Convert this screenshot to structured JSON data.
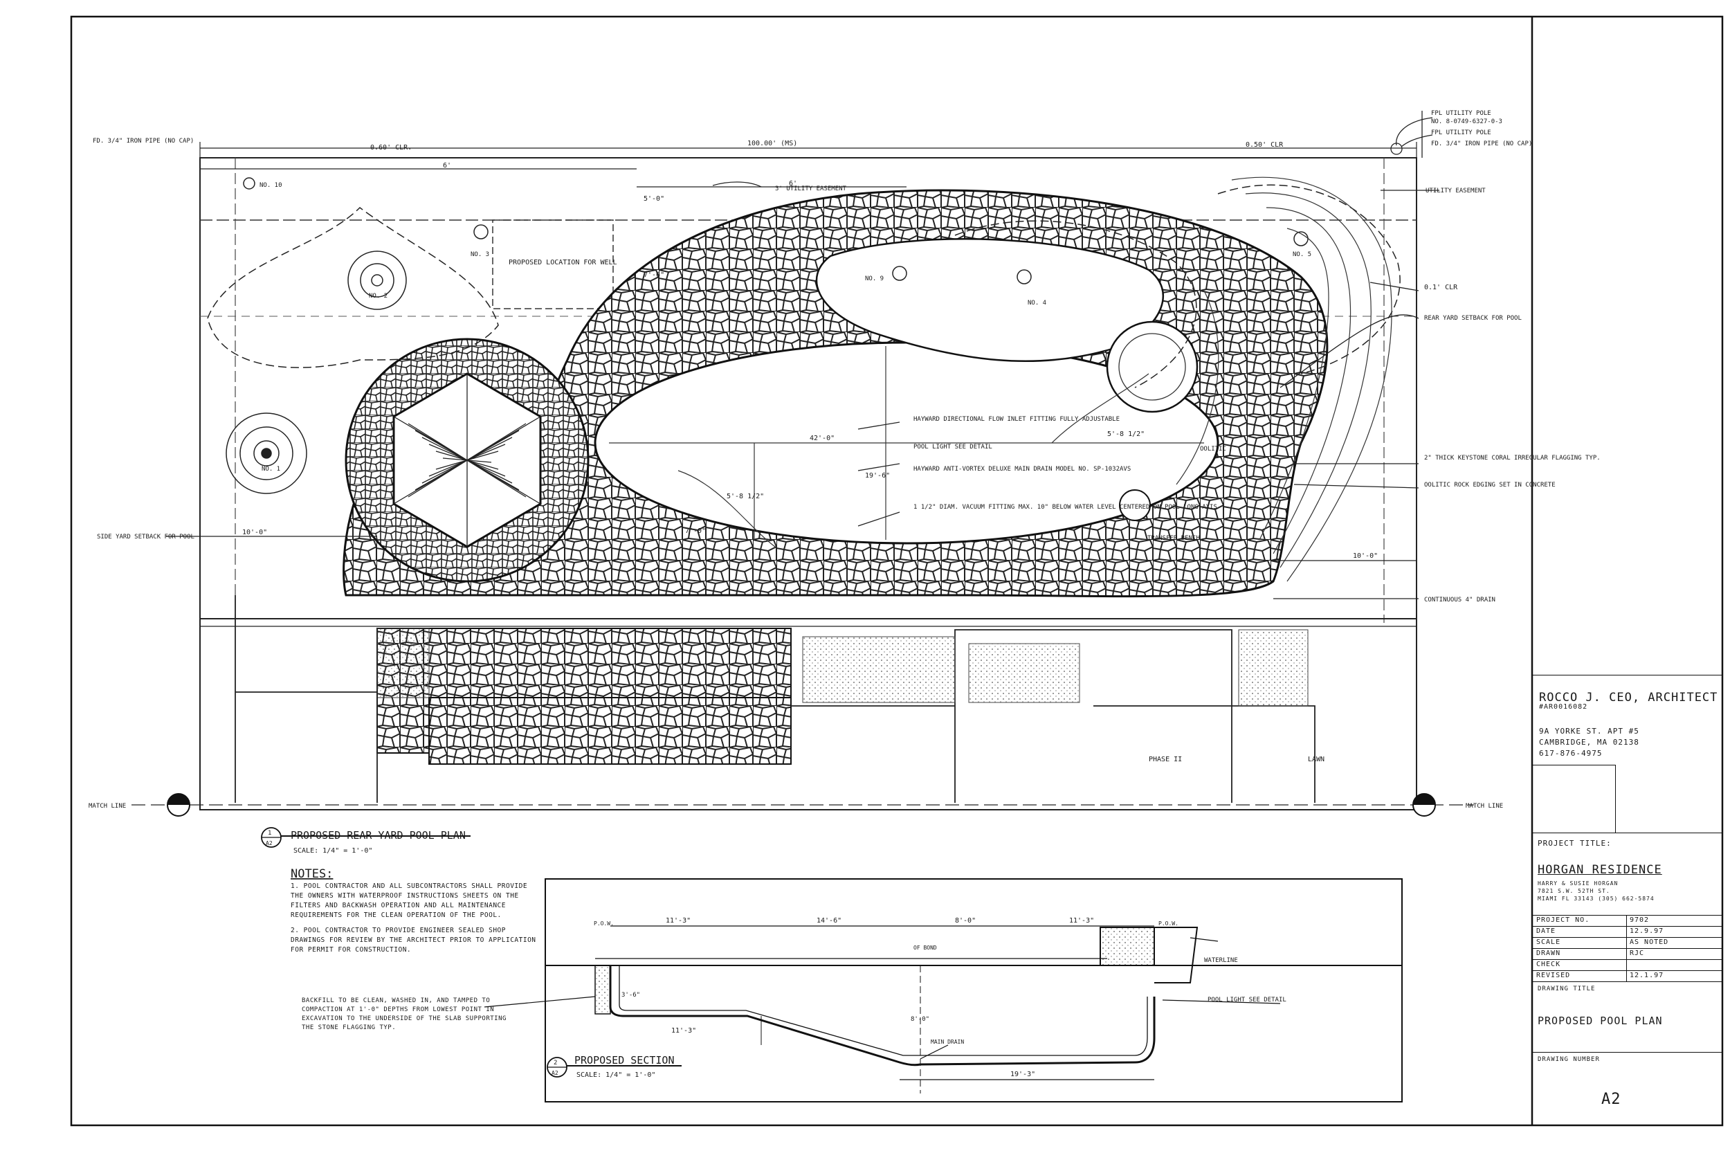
{
  "plan": {
    "title": "PROPOSED REAR YARD POOL PLAN",
    "scale": "SCALE: 1/4\" = 1'-0\"",
    "ref_num": "1",
    "ref_sheet": "A2",
    "match_line": "MATCH LINE",
    "dims": {
      "top_width": "100.00' (MS)",
      "clr_left": "0.60' CLR.",
      "clr_right": "0.50' CLR",
      "six_left": "6'",
      "six_mid": "6'",
      "five": "5'-0\"",
      "seven": "7'-6\"",
      "ten_left": "10'-0\"",
      "ten_right": "10'-0\"",
      "zero_one": "0.1' CLR"
    },
    "callouts": {
      "iron_pipe_left": "FD. 3/4\" IRON PIPE (NO CAP)",
      "utility_easement_mid": "3' UTILITY EASEMENT",
      "utility_easement_right": "UTILITY EASEMENT",
      "fpl_pole": "FPL UTILITY POLE",
      "fpl_pole_no": "NO. 8-0749-6327-0-3",
      "fpl_pole2": "FPL UTILITY POLE",
      "iron_pipe_right": "FD. 3/4\" IRON PIPE (NO CAP)",
      "well": "PROPOSED LOCATION FOR WELL",
      "rear_setback": "REAR YARD SETBACK FOR POOL",
      "side_setback": "SIDE YARD SETBACK FOR POOL",
      "keystone": "2\" THICK KEYSTONE CORAL IRREGULAR FLAGGING TYP.",
      "oolitic_edging": "OOLITIC ROCK EDGING SET IN CONCRETE",
      "oolitic": "OOLITIC",
      "drain": "CONTINUOUS 4\" DRAIN",
      "transfer": "TRANSFER BENCH",
      "phase": "PHASE II",
      "lawn": "LAWN",
      "fitting1": "HAYWARD DIRECTIONAL FLOW INLET FITTING FULLY ADJUSTABLE",
      "pool_light": "POOL LIGHT SEE DETAIL",
      "fitting2": "HAYWARD ANTI-VORTEX DELUXE MAIN DRAIN MODEL NO. SP-1032AVS",
      "vacuum": "1 1/2\" DIAM. VACUUM FITTING MAX. 10\" BELOW WATER LEVEL CENTERED ON POOL LONG AXIS",
      "pool_len": "42'-0\"",
      "pool_w": "19'-6\"",
      "dim_a": "5'-8 1/2\"",
      "dim_b": "5'-8 1/2\"",
      "dim_c": "7'-0\""
    },
    "trees": [
      "NO. 1",
      "NO. 2",
      "NO. 3",
      "NO. 4",
      "NO. 5",
      "NO. 9",
      "NO. 10"
    ]
  },
  "notes": {
    "heading": "NOTES:",
    "items": [
      "1. POOL CONTRACTOR AND ALL SUBCONTRACTORS SHALL PROVIDE THE OWNERS WITH WATERPROOF INSTRUCTIONS SHEETS ON THE FILTERS AND BACKWASH OPERATION AND ALL MAINTENANCE REQUIREMENTS FOR THE CLEAN OPERATION OF THE POOL.",
      "2. POOL CONTRACTOR TO PROVIDE ENGINEER SEALED SHOP DRAWINGS FOR REVIEW BY THE ARCHITECT PRIOR TO APPLICATION FOR PERMIT FOR CONSTRUCTION."
    ],
    "backfill": "BACKFILL TO BE CLEAN, WASHED IN, AND TAMPED TO COMPACTION AT 1'-0\" DEPTHS FROM LOWEST POINT IN EXCAVATION TO THE UNDERSIDE OF THE SLAB SUPPORTING THE STONE FLAGGING TYP."
  },
  "section": {
    "title": "PROPOSED SECTION",
    "scale": "SCALE: 1/4\" = 1'-0\"",
    "ref_num": "2",
    "ref_sheet": "A2",
    "dims": [
      "11'-3\"",
      "14'-6\"",
      "8'-0\"",
      "11'-3\"",
      "11'-3\"",
      "19'-3\""
    ],
    "labels": {
      "pos_left": "P.O.W.",
      "pos_right": "P.O.W.",
      "waterline": "WATERLINE",
      "main_drain": "MAIN DRAIN",
      "pool_light": "POOL LIGHT SEE DETAIL",
      "depth": "8'-0\"",
      "shallow": "3'-6\"",
      "of_bond": "OF BOND"
    }
  },
  "title_block": {
    "architect": "ROCCO J. CEO, ARCHITECT",
    "license": "#AR0016082",
    "address1": "9A YORKE ST. APT #5",
    "address2": "CAMBRIDGE, MA 02138",
    "phone": "617-876-4975",
    "project_title_label": "PROJECT TITLE:",
    "project_title": "HORGAN RESIDENCE",
    "client1": "HARRY & SUSIE HORGAN",
    "client2": "7821 S.W. 52TH ST.",
    "client3": "MIAMI FL 33143   (305) 662-5874",
    "rows": [
      {
        "label": "PROJECT NO.",
        "value": "9702"
      },
      {
        "label": "DATE",
        "value": "12.9.97"
      },
      {
        "label": "SCALE",
        "value": "AS NOTED"
      },
      {
        "label": "DRAWN",
        "value": "RJC"
      },
      {
        "label": "CHECK",
        "value": ""
      },
      {
        "label": "REVISED",
        "value": "12.1.97"
      }
    ],
    "drawing_title_label": "DRAWING TITLE",
    "drawing_title": "PROPOSED POOL PLAN",
    "drawing_number_label": "DRAWING NUMBER",
    "drawing_number": "A2"
  }
}
